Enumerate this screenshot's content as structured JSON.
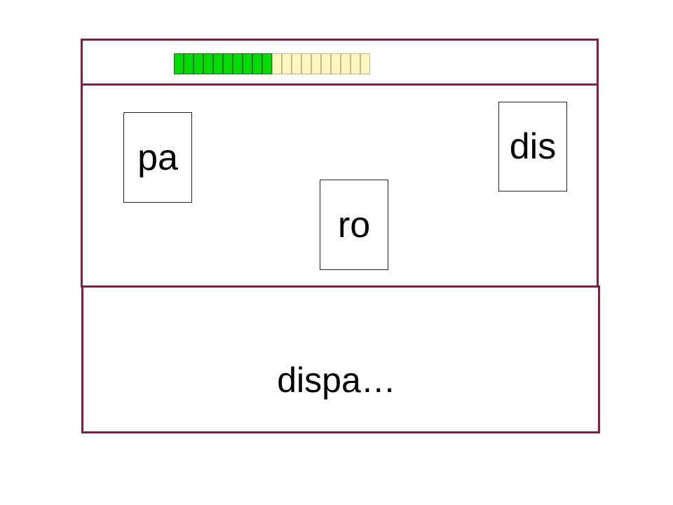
{
  "progress": {
    "total_segments": 20,
    "filled_segments": 10,
    "colors": {
      "filled": "#00dd00",
      "empty": "#fff7c0",
      "frame": "#8b1a3c"
    }
  },
  "syllable_cards": [
    {
      "label": "pa"
    },
    {
      "label": "ro"
    },
    {
      "label": "dis"
    }
  ],
  "answer": {
    "text": "dispa…"
  }
}
